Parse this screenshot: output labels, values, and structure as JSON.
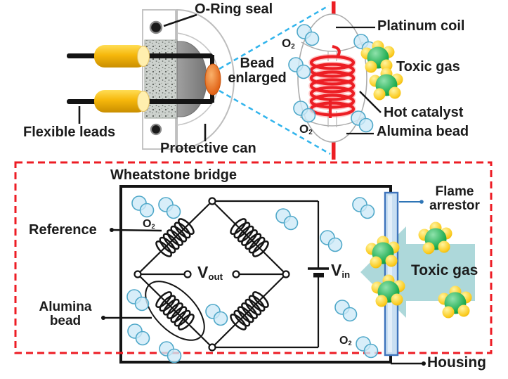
{
  "figure_type": "catalytic-bead-gas-sensor-diagram",
  "labels": {
    "o_ring_seal": "O-Ring seal",
    "bead_enlarged": {
      "line1": "Bead",
      "line2": "enlarged"
    },
    "flexible_leads": "Flexible leads",
    "protective_can": "Protective can",
    "platinum_coil": "Platinum coil",
    "toxic_gas": "Toxic gas",
    "hot_catalyst": "Hot catalyst",
    "alumina_bead": "Alumina bead",
    "o2": {
      "symbol": "O",
      "sub": "2"
    },
    "wheatstone_bridge": "Wheatstone bridge",
    "reference": "Reference",
    "alumina_bead_bottom": {
      "line1": "Alumina",
      "line2": "bead"
    },
    "v_out": {
      "symbol": "V",
      "sub": "out"
    },
    "v_in": {
      "symbol": "V",
      "sub": "in"
    },
    "flame_arrestor": {
      "line1": "Flame",
      "line2": "arrestor"
    },
    "housing": "Housing"
  },
  "colors": {
    "accent_red": "#EC1E24",
    "zoom_dash_blue": "#31B4EC",
    "o2_bubble_fill": "#CEEAF8",
    "o2_bubble_stroke": "#4FA8C9",
    "toxic_gas_green": "#1CAB4E",
    "toxic_gas_yellow": "#FBCB1F",
    "arrow_teal": "#A6D5D7",
    "flame_arrestor_blue": "#3E74BC",
    "lead_insulator_yellow": "#F6B70B",
    "sensing_bead_orange": "#E2661A",
    "text": "#1B1B1B"
  }
}
